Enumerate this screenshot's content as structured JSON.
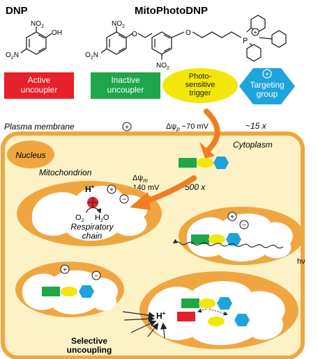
{
  "titles": {
    "dnp": "DNP",
    "mito": "MitoPhotoDNP"
  },
  "chem": {
    "no2": "NO",
    "sub2": "2",
    "oh": "OH",
    "o": "O",
    "p": "P",
    "plus": "+"
  },
  "legend": {
    "active": [
      "Active",
      "uncoupler"
    ],
    "inactive": [
      "Inactive",
      "uncoupler"
    ],
    "photo": [
      "Photo-",
      "sensitive",
      "trigger"
    ],
    "targeting": [
      "Targeting",
      "group"
    ]
  },
  "cell": {
    "plasma_membrane": "Plasma membrane",
    "nucleus": "Nucleus",
    "cytoplasm": "Cytoplasm",
    "mitochondrion": "Mitochondrion",
    "delta_p": "Δψ",
    "delta_p_sub": "p",
    "delta_p_value": "−70 mV",
    "delta_p_fold": "~15 x",
    "delta_m": "Δψ",
    "delta_m_sub": "m",
    "delta_m_value": "−140 mV",
    "delta_m_fold": "~500 x",
    "hplus": "H",
    "o2": "O",
    "h2o": "H",
    "h2o_o": "O",
    "respiratory": [
      "Respiratory",
      "chain"
    ],
    "hv": "hν",
    "selective": [
      "Selective",
      "uncoupling"
    ],
    "plus_sign": "+",
    "minus_sign": "−"
  },
  "colors": {
    "active": "#e8202a",
    "inactive": "#1fa64a",
    "photo": "#f2e60a",
    "targeting": "#1ea3dc",
    "membrane": "#f0a640",
    "cytoplasm": "#fcf2c6",
    "arrow": "#ef7d22"
  }
}
